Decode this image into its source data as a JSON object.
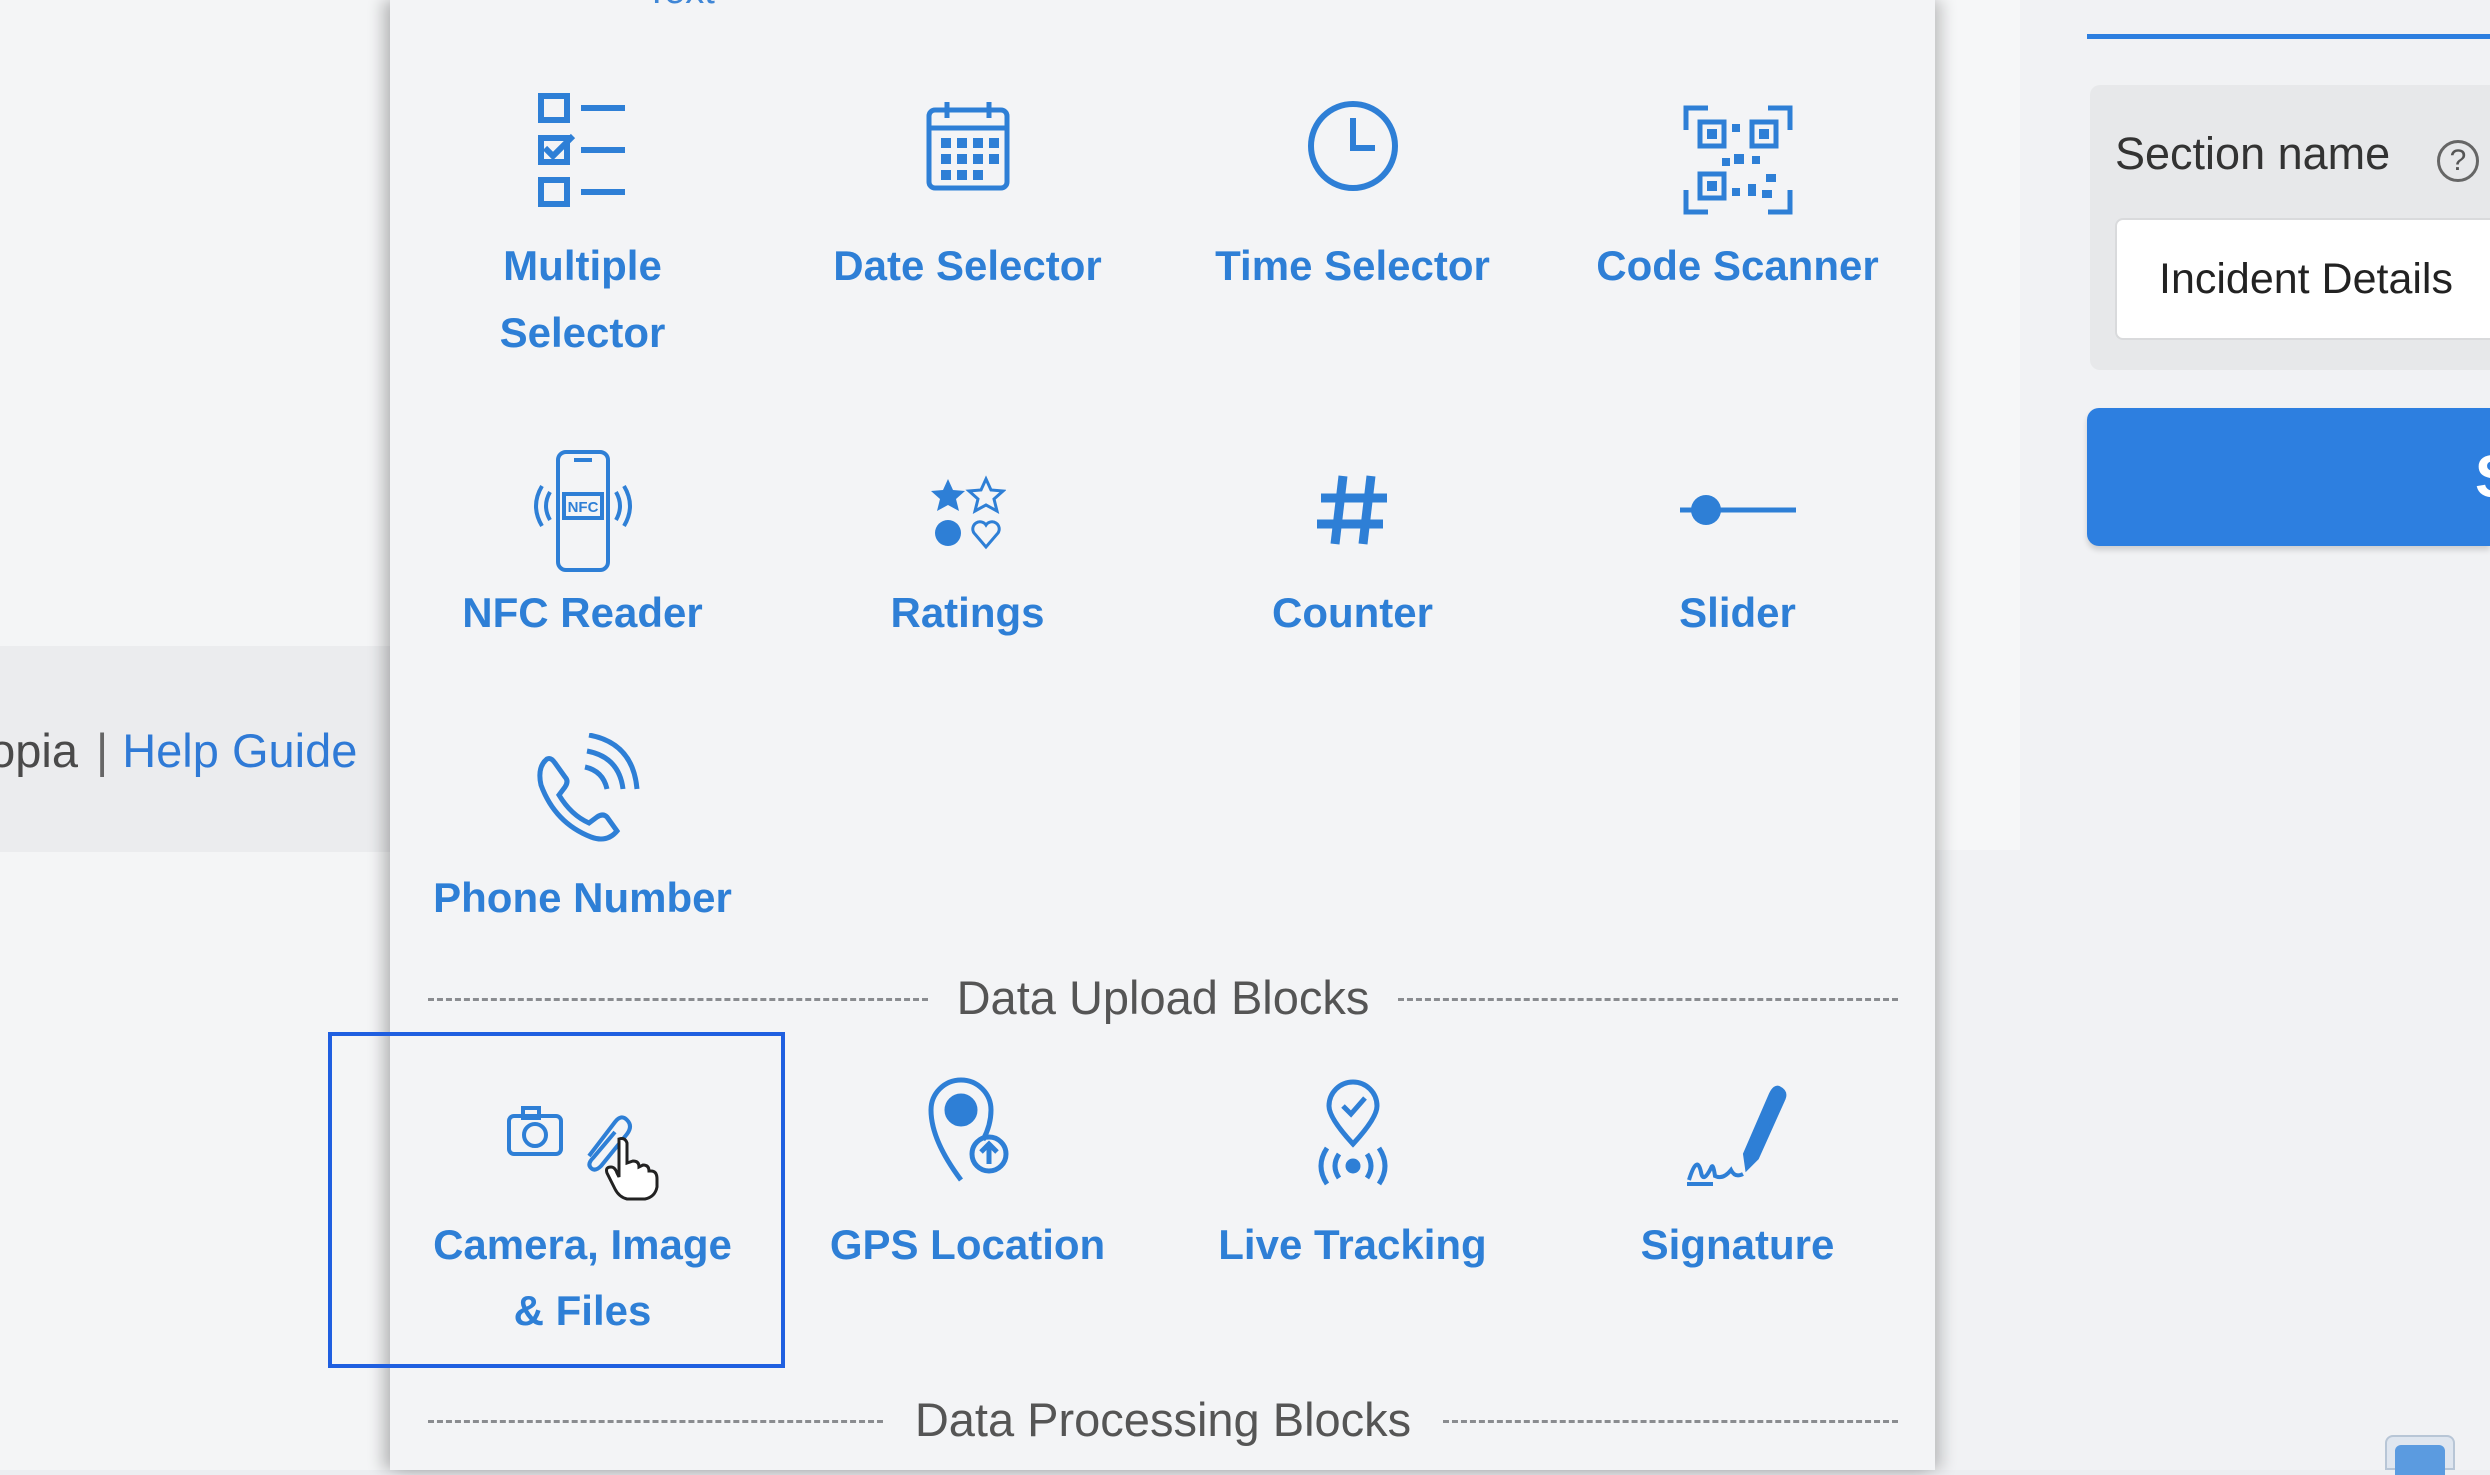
{
  "footer": {
    "partial_link": "opia",
    "separator": "|",
    "help_link": "Help Guide"
  },
  "palette": {
    "cut_label": "Text",
    "blocks_row1": [
      {
        "name": "multiple-selector",
        "label_line1": "Multiple",
        "label_line2": "Selector",
        "icon": "checklist-icon"
      },
      {
        "name": "date-selector",
        "label": "Date Selector",
        "icon": "calendar-icon"
      },
      {
        "name": "time-selector",
        "label": "Time Selector",
        "icon": "clock-icon"
      },
      {
        "name": "code-scanner",
        "label": "Code Scanner",
        "icon": "qr-code-icon"
      }
    ],
    "blocks_row2": [
      {
        "name": "nfc-reader",
        "label": "NFC Reader",
        "icon": "nfc-phone-icon",
        "icon_text": "NFC"
      },
      {
        "name": "ratings",
        "label": "Ratings",
        "icon": "ratings-icon"
      },
      {
        "name": "counter",
        "label": "Counter",
        "icon": "hash-icon",
        "icon_text": "#"
      },
      {
        "name": "slider",
        "label": "Slider",
        "icon": "slider-icon"
      }
    ],
    "blocks_row3": [
      {
        "name": "phone-number",
        "label": "Phone Number",
        "icon": "phone-icon"
      }
    ],
    "section_upload": "Data Upload Blocks",
    "upload_blocks": [
      {
        "name": "camera-image-files",
        "label_line1": "Camera, Image",
        "label_line2": "& Files",
        "icon": "camera-attachment-icon"
      },
      {
        "name": "gps-location",
        "label": "GPS Location",
        "icon": "location-pin-icon"
      },
      {
        "name": "live-tracking",
        "label": "Live Tracking",
        "icon": "live-tracking-icon"
      },
      {
        "name": "signature",
        "label": "Signature",
        "icon": "signature-pen-icon"
      }
    ],
    "section_processing": "Data Processing Blocks"
  },
  "settings": {
    "section_name_label": "Section name",
    "help_symbol": "?",
    "section_name_value": "Incident Details",
    "save_button_label": "S"
  },
  "colors": {
    "accent": "#2e7fd6",
    "button": "#2d7fe0",
    "highlight": "#1f5fe0"
  }
}
